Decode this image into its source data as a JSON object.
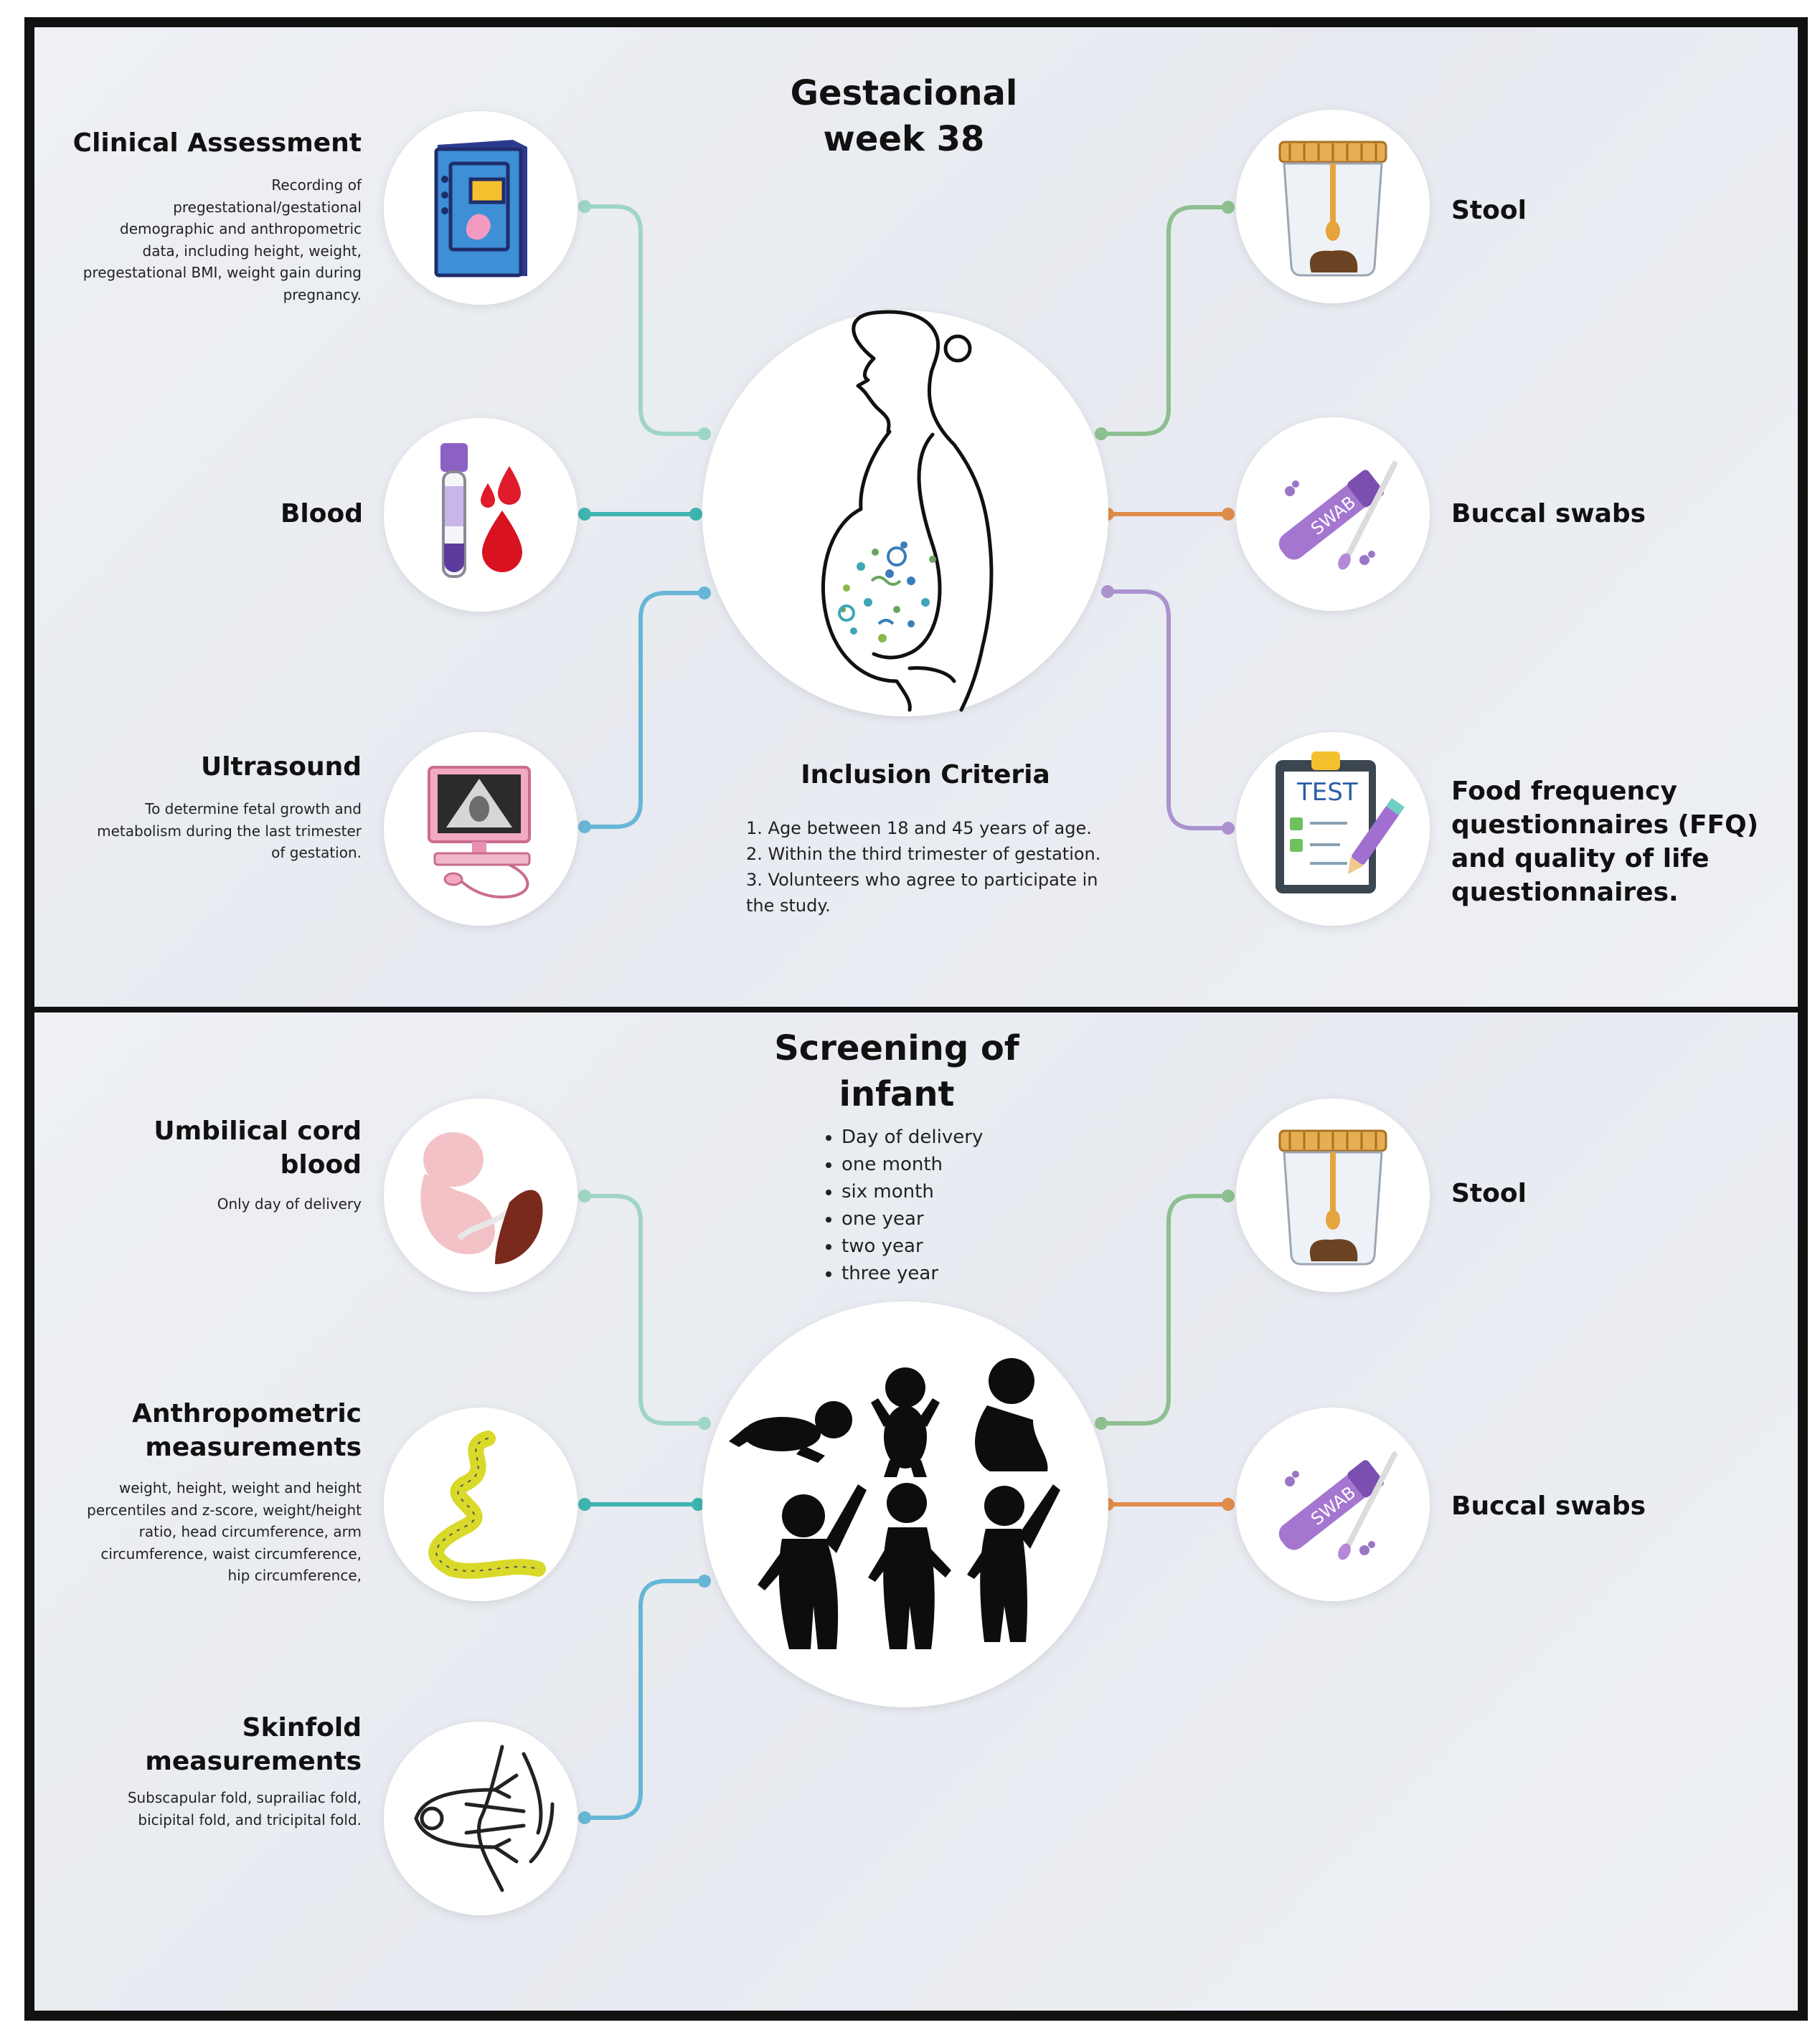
{
  "top": {
    "title_line1": "Gestacional",
    "title_line2": "week 38",
    "clinical": {
      "label": "Clinical Assessment",
      "desc": [
        "Recording of",
        "pregestational/gestational",
        "demographic and anthropometric",
        "data, including height, weight,",
        "pregestational BMI, weight gain during",
        "pregnancy."
      ]
    },
    "blood": {
      "label": "Blood"
    },
    "ultrasound": {
      "label": "Ultrasound",
      "desc": [
        "To determine fetal growth and",
        "metabolism during the last trimester",
        "of gestation."
      ]
    },
    "stool": {
      "label": "Stool"
    },
    "buccal": {
      "label": "Buccal swabs",
      "tube_text": "SWAB"
    },
    "ffq": {
      "label": [
        "Food frequency",
        "questionnaires (FFQ)",
        "and quality of life",
        "questionnaires."
      ],
      "clip_text": "TEST"
    },
    "inclusion": {
      "title": "Inclusion Criteria",
      "items": [
        "1.   Age between 18 and 45 years of age.",
        "2.   Within the third trimester of gestation.",
        "3.   Volunteers who agree to participate in",
        "the study."
      ]
    }
  },
  "bottom": {
    "title_line1": "Screening of",
    "title_line2": "infant",
    "schedule": [
      "Day of delivery",
      "one month",
      "six month",
      "one year",
      "two year",
      "three year"
    ],
    "cord": {
      "label": "Umbilical cord blood",
      "desc": [
        "Only day of delivery"
      ]
    },
    "anthro": {
      "label": [
        "Anthropometric",
        "measurements"
      ],
      "desc": [
        "weight, height, weight and height",
        "percentiles and z-score, weight/height",
        "ratio, head circumference, arm",
        "circumference, waist circumference,",
        "hip circumference,"
      ]
    },
    "skinfold": {
      "label": [
        "Skinfold",
        "measurements"
      ],
      "desc": [
        "Subscapular fold, suprailiac fold,",
        "bicipital fold, and tricipital fold."
      ]
    },
    "stool": {
      "label": "Stool"
    },
    "buccal": {
      "label": "Buccal swabs",
      "tube_text": "SWAB"
    }
  },
  "colors": {
    "green": "#8dbf8f",
    "mint": "#9fd5c4",
    "teal": "#3fb4b0",
    "blue": "#67b6d6",
    "orange": "#e08c4a",
    "purple": "#ab92cf"
  }
}
